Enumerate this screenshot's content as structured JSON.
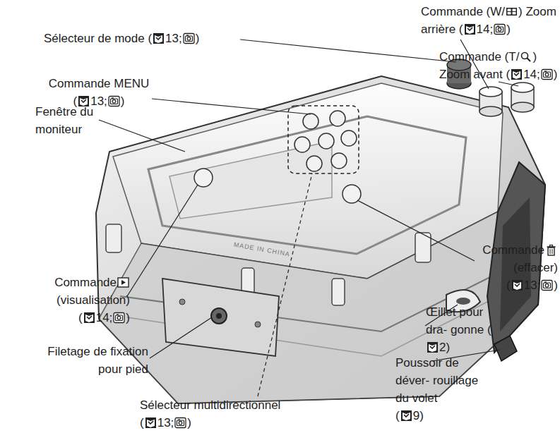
{
  "diagram": {
    "labels": [
      "Sélecteur de mode (",
      "13;",
      ")",
      "Commande (W/",
      ") Zoom arrière (",
      "14;",
      ")",
      "Commande MENU",
      "(",
      "13;",
      ")",
      "Commande (T/",
      ") Zoom avant (",
      "14;",
      ")",
      "Fenêtre du moniteur",
      "Commande",
      "(effacer)",
      "(",
      "13;",
      ")",
      "Commande",
      "(visualisation)",
      "(",
      "14;",
      ")",
      "Œillet pour dra- gonne (",
      "2",
      ")",
      "Filetage de fixation pour pied",
      "Poussoir de déver- rouillage du volet",
      "(",
      "9",
      ")",
      "Sélecteur multidirectionnel",
      "(",
      "13;",
      ")",
      "MADE IN CHINA"
    ]
  }
}
